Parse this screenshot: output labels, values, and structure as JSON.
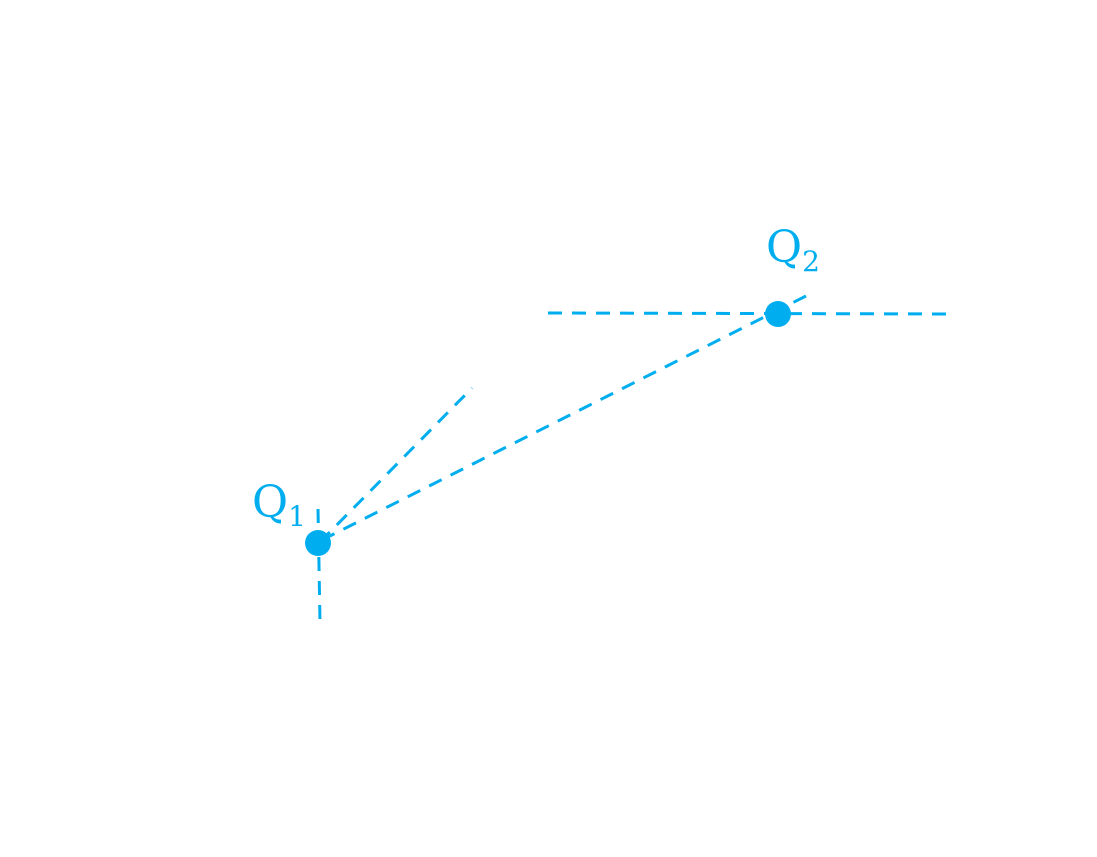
{
  "diagram": {
    "accent_color": "#00aeef",
    "background_color": "#ffffff",
    "charges": [
      {
        "name": "Q",
        "subscript": "1"
      },
      {
        "name": "Q",
        "subscript": "2"
      }
    ]
  }
}
